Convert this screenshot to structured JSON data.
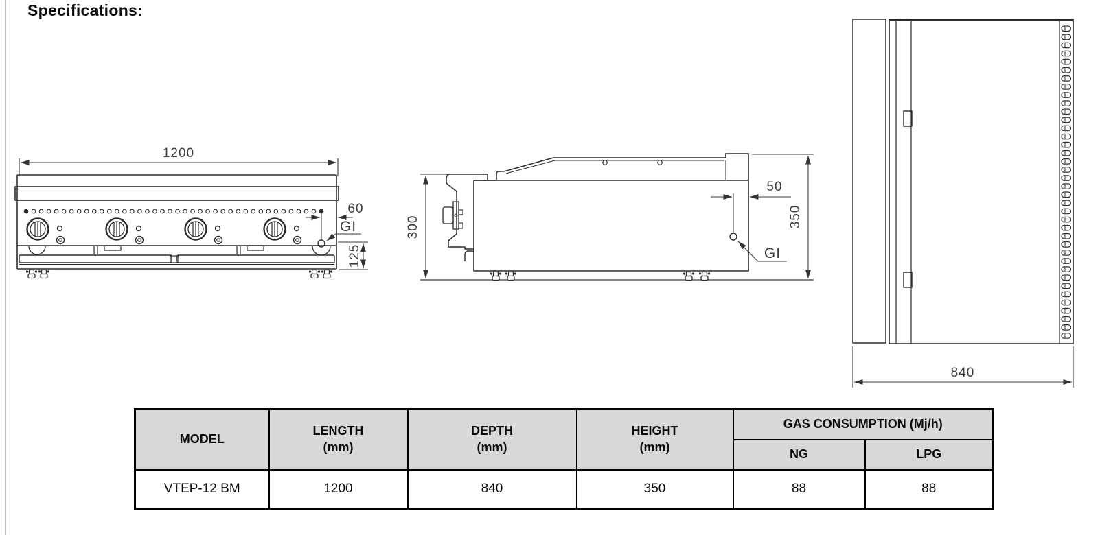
{
  "page": {
    "heading": "Specifications:"
  },
  "drawings": {
    "front_view": {
      "width_mm": "1200",
      "gas_inlet_offset_mm": "60",
      "gas_inlet_label": "GI",
      "base_height_mm": "125",
      "knob_count": 4,
      "vent_hole_count": 40
    },
    "side_view": {
      "front_height_mm": "300",
      "gas_inlet_offset_mm": "50",
      "total_height_mm": "350",
      "gas_inlet_label": "GI"
    },
    "top_view": {
      "depth_mm": "840",
      "vent_slot_count": 38
    }
  },
  "spec_table": {
    "columns": [
      {
        "label": "MODEL",
        "unit": ""
      },
      {
        "label": "LENGTH",
        "unit": "(mm)"
      },
      {
        "label": "DEPTH",
        "unit": "(mm)"
      },
      {
        "label": "HEIGHT",
        "unit": "(mm)"
      }
    ],
    "gas_group": {
      "label": "GAS CONSUMPTION (Mj/h)",
      "subcolumns": [
        {
          "label": "NG"
        },
        {
          "label": "LPG"
        }
      ]
    },
    "rows": [
      {
        "model": "VTEP-12 BM",
        "length": "1200",
        "depth": "840",
        "height": "350",
        "ng": "88",
        "lpg": "88"
      }
    ]
  }
}
